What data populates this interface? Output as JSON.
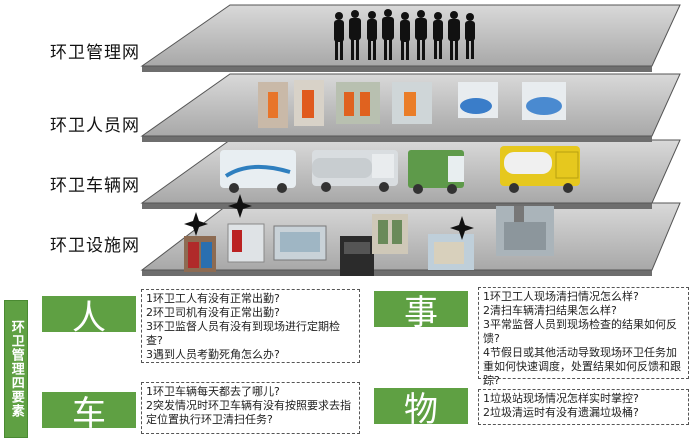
{
  "layers": [
    {
      "label": "环卫管理网"
    },
    {
      "label": "环卫人员网"
    },
    {
      "label": "环卫车辆网"
    },
    {
      "label": "环卫设施网"
    }
  ],
  "vertical_title": "环卫管理四要素",
  "elements": {
    "person": {
      "chip": "人",
      "items": [
        "1环卫工人有没有正常出勤?",
        "2环卫司机有没有正常出勤?",
        "3环卫监督人员有没有到现场进行定期检查?",
        "3遇到人员考勤死角怎么办?"
      ]
    },
    "event": {
      "chip": "事",
      "items": [
        "1环卫工人现场清扫情况怎么样?",
        "2清扫车辆清扫结果怎么样?",
        "3平常监督人员到现场检查的结果如何反馈?",
        "4节假日或其他活动导致现场环卫任务加重如何快速调度，处置结果如何反馈和跟踪?"
      ]
    },
    "vehicle": {
      "chip": "车",
      "items": [
        "1环卫车辆每天都去了哪儿?",
        "2突发情况时环卫车辆有没有按照要求去指定位置执行环卫清扫任务?"
      ]
    },
    "object": {
      "chip": "物",
      "items": [
        "1垃圾站现场情况怎样实时掌控?",
        "2垃圾清运时有没有遗漏垃圾桶?"
      ]
    }
  },
  "colors": {
    "accent_green": "#5fa043",
    "layer_fill": "#9a9a9a",
    "layer_edge": "#555555"
  }
}
